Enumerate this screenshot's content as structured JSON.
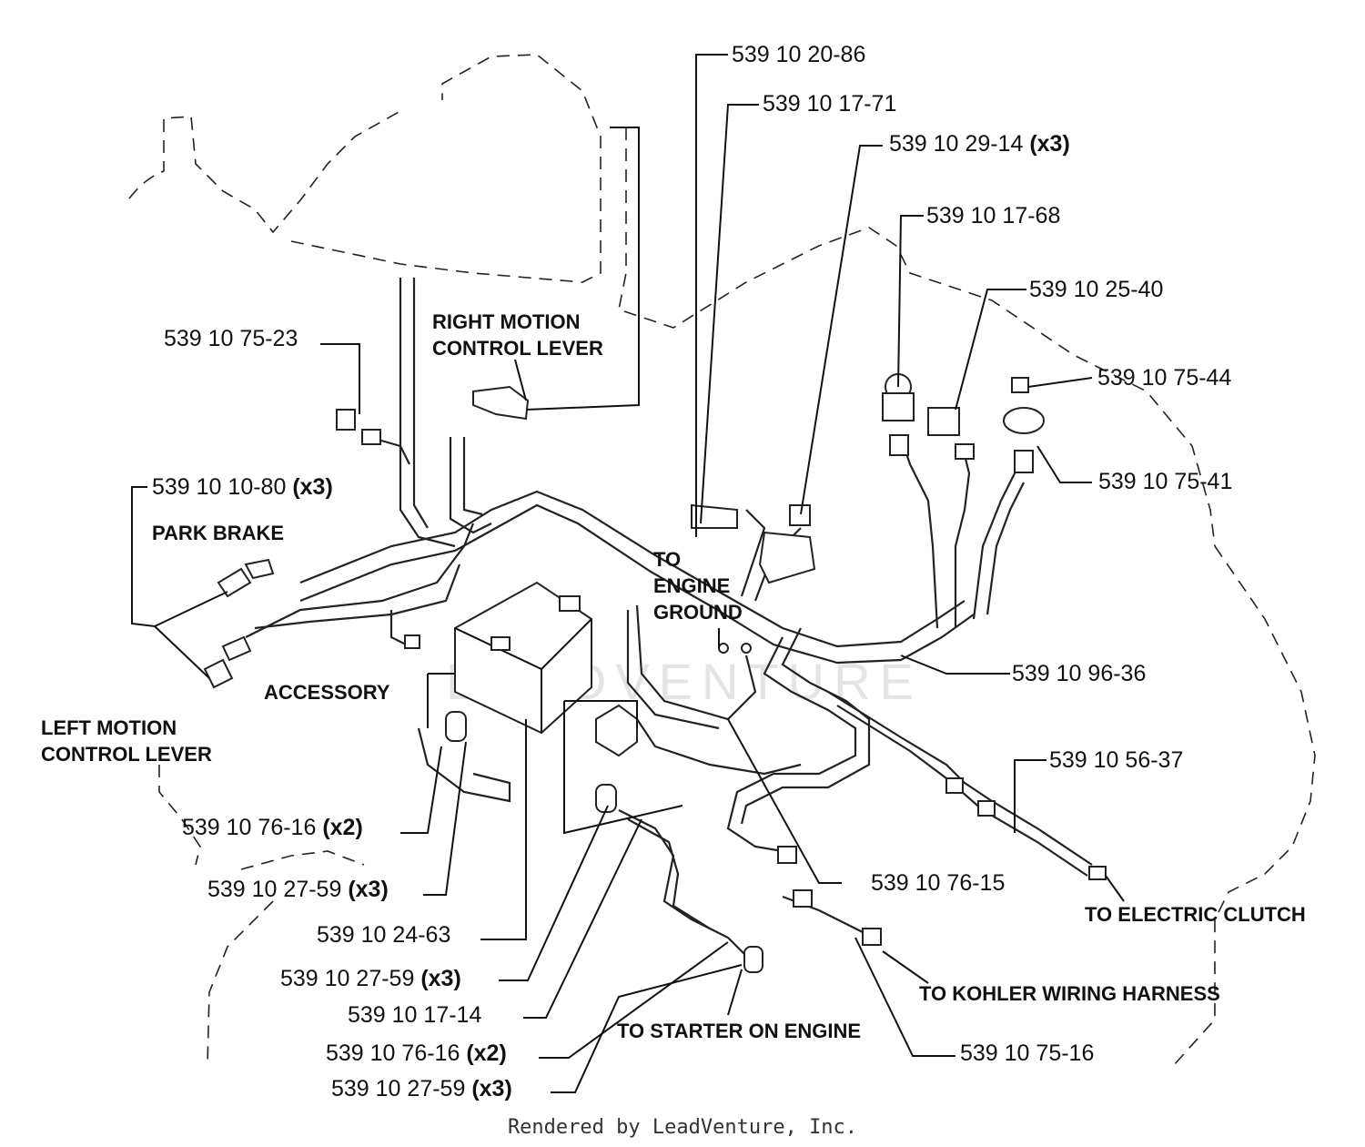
{
  "watermark": "LEADVENTURE",
  "captions": {
    "right_motion_line1": "RIGHT MOTION",
    "right_motion_line2": "CONTROL LEVER",
    "park_brake": "PARK BRAKE",
    "accessory": "ACCESSORY",
    "left_motion_line1": "LEFT MOTION",
    "left_motion_line2": "CONTROL LEVER",
    "engine_ground_line1": "TO",
    "engine_ground_line2": "ENGINE",
    "engine_ground_line3": "GROUND",
    "electric_clutch": "TO ELECTRIC CLUTCH",
    "kohler_harness": "TO KOHLER WIRING HARNESS",
    "starter": "TO STARTER ON ENGINE"
  },
  "parts": {
    "p_20_86": {
      "number": "539 10 20-86",
      "qty": ""
    },
    "p_17_71": {
      "number": "539 10 17-71",
      "qty": ""
    },
    "p_29_14": {
      "number": "539 10 29-14",
      "qty": "(x3)"
    },
    "p_17_68": {
      "number": "539 10 17-68",
      "qty": ""
    },
    "p_25_40": {
      "number": "539 10 25-40",
      "qty": ""
    },
    "p_75_44": {
      "number": "539 10 75-44",
      "qty": ""
    },
    "p_75_41": {
      "number": "539 10 75-41",
      "qty": ""
    },
    "p_75_23": {
      "number": "539 10 75-23",
      "qty": ""
    },
    "p_10_80": {
      "number": "539 10 10-80",
      "qty": "(x3)"
    },
    "p_96_36": {
      "number": "539 10 96-36",
      "qty": ""
    },
    "p_56_37": {
      "number": "539 10 56-37",
      "qty": ""
    },
    "p_76_16_a": {
      "number": "539 10 76-16",
      "qty": "(x2)"
    },
    "p_27_59_a": {
      "number": "539 10 27-59",
      "qty": "(x3)"
    },
    "p_76_15": {
      "number": "539 10 76-15",
      "qty": ""
    },
    "p_24_63": {
      "number": "539 10 24-63",
      "qty": ""
    },
    "p_27_59_b": {
      "number": "539 10 27-59",
      "qty": "(x3)"
    },
    "p_17_14": {
      "number": "539 10 17-14",
      "qty": ""
    },
    "p_76_16_b": {
      "number": "539 10 76-16",
      "qty": "(x2)"
    },
    "p_27_59_c": {
      "number": "539 10 27-59",
      "qty": "(x3)"
    },
    "p_75_16": {
      "number": "539 10 75-16",
      "qty": ""
    }
  },
  "footer": "Rendered by LeadVenture, Inc."
}
